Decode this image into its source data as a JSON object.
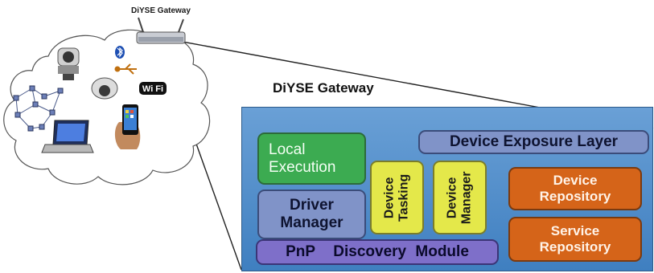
{
  "gateway_caption": "DiYSE Gateway",
  "gateway_title": "DiYSE Gateway",
  "modules": {
    "local_execution": "Local\nExecution",
    "device_exposure_layer": "Device Exposure Layer",
    "driver_manager": "Driver\nManager",
    "device_tasking": "Device\nTasking",
    "device_manager": "Device\nManager",
    "device_repository": "Device\nRepository",
    "service_repository": "Service\nRepository",
    "pnp_discovery": "PnP  Discovery Module"
  },
  "cloud_icons": [
    "camera-icon",
    "bluetooth-icon",
    "usb-icon",
    "dome-camera-icon",
    "wifi-icon",
    "sensor-network-icon",
    "smartphone-icon",
    "laptop-icon",
    "gateway-router-icon"
  ],
  "wifi_label": "Wi Fi",
  "colors": {
    "panel": "#4f8ccb",
    "green": "#3cab51",
    "lavender": "#8093c8",
    "yellow": "#e4e84a",
    "orange": "#d56419",
    "purple": "#7e6fc9"
  }
}
